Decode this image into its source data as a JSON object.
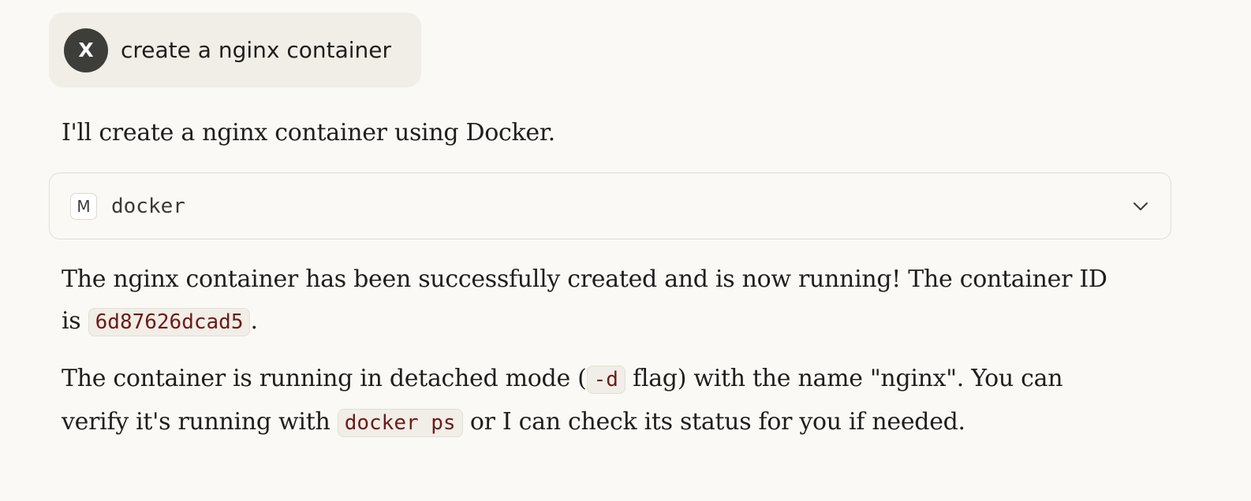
{
  "user_message": {
    "avatar_initial": "X",
    "text": "create a nginx container"
  },
  "assistant": {
    "intro": "I'll create a nginx container using Docker.",
    "tool_call": {
      "badge": "M",
      "name": "docker",
      "expand_icon": "chevron-down-icon"
    },
    "result": {
      "text_before": "The nginx container has been successfully created and is now running! The container ID is ",
      "container_id": "6d87626dcad5",
      "text_after": "."
    },
    "detail": {
      "text_1": "The container is running in detached mode (",
      "flag": "-d",
      "text_2": " flag) with the name \"nginx\". You can verify it's running with ",
      "command": "docker ps",
      "text_3": " or I can check its status for you if needed."
    }
  },
  "colors": {
    "background": "#FAF9F5",
    "user_bubble": "#F0EEE6",
    "avatar": "#3D3D3A",
    "code_text": "#6B1A1A",
    "card_border": "#E0DED6"
  }
}
